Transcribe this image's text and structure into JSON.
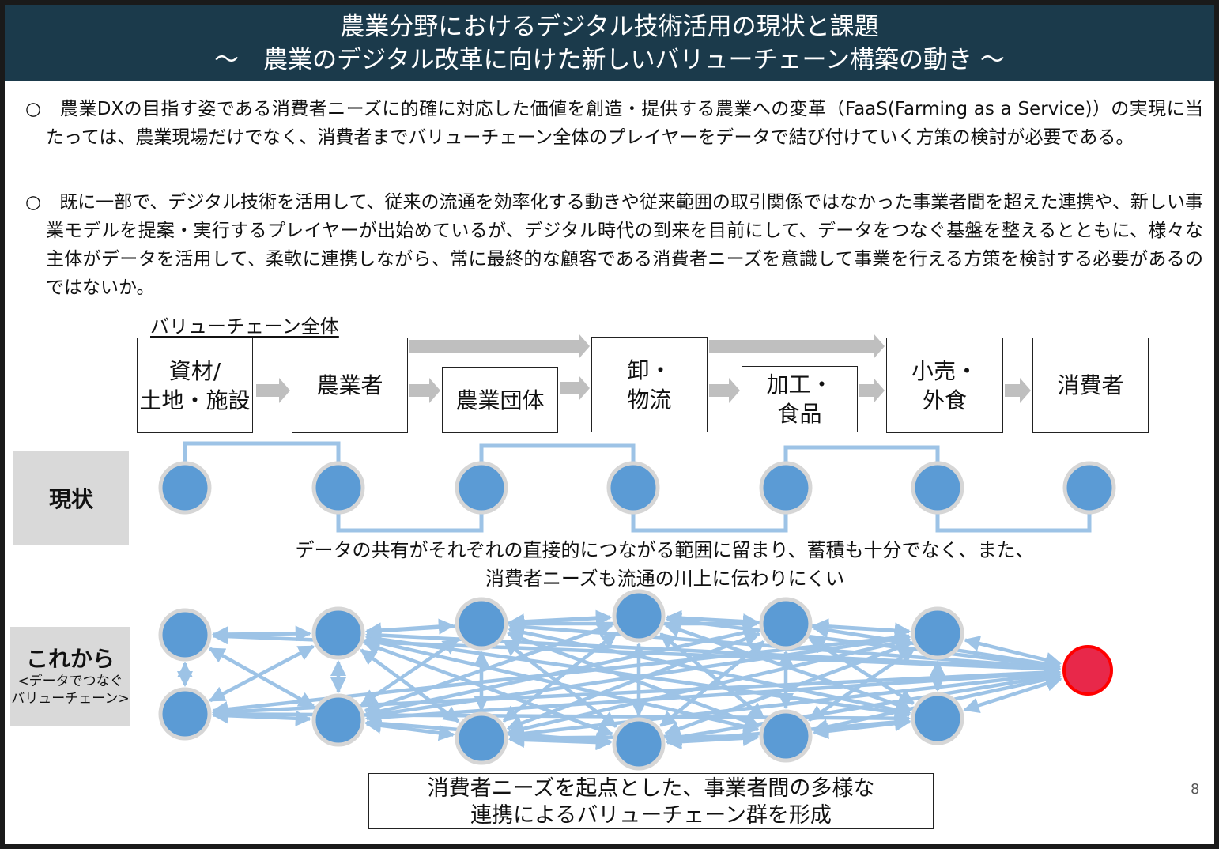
{
  "title": {
    "line1": "農業分野におけるデジタル技術活用の現状と課題",
    "line2": "～　農業のデジタル改革に向けた新しいバリューチェーン構築の動き ～"
  },
  "paragraphs": [
    "○　農業DXの目指す姿である消費者ニーズに的確に対応した価値を創造・提供する農業への変革（FaaS(Farming as a Service)）の実現に当たっては、農業現場だけでなく、消費者までバリューチェーン全体のプレイヤーをデータで結び付けていく方策の検討が必要である。",
    "○　既に一部で、デジタル技術を活用して、従来の流通を効率化する動きや従来範囲の取引関係ではなかった事業者間を超えた連携や、新しい事業モデルを提案・実行するプレイヤーが出始めているが、デジタル時代の到来を目前にして、データをつなぐ基盤を整えるとともに、様々な主体がデータを活用して、柔軟に連携しながら、常に最終的な顧客である消費者ニーズを意識して事業を行える方策を検討する必要があるのではないか。"
  ],
  "value_chain": {
    "label": "バリューチェーン全体",
    "stages": [
      "資材/\n土地・施設",
      "農業者",
      "農業団体",
      "卸・\n物流",
      "加工・\n食品",
      "小売・\n外食",
      "消費者"
    ]
  },
  "rows": {
    "current": {
      "label": "現状",
      "caption": "データの共有がそれぞれの直接的につながる範囲に留まり、蓄積も十分でなく、また、\n消費者ニーズも流通の川上に伝わりにくい"
    },
    "future": {
      "label": "これから",
      "sublabel_line1": "<データでつなぐ",
      "sublabel_line2": "バリューチェーン>"
    }
  },
  "result": "消費者ニーズを起点とした、事業者間の多様な\n連携によるバリューチェーン群を形成",
  "page_number": "8",
  "colors": {
    "title_bg": "#1b3a4b",
    "node": "#5b9bd5",
    "node_ring": "#d6d6d6",
    "connector": "#9dc3e6",
    "consumer_node": "#e8284a",
    "flow_arrow": "#bfbfbf",
    "label_bg": "#d9d9d9"
  }
}
